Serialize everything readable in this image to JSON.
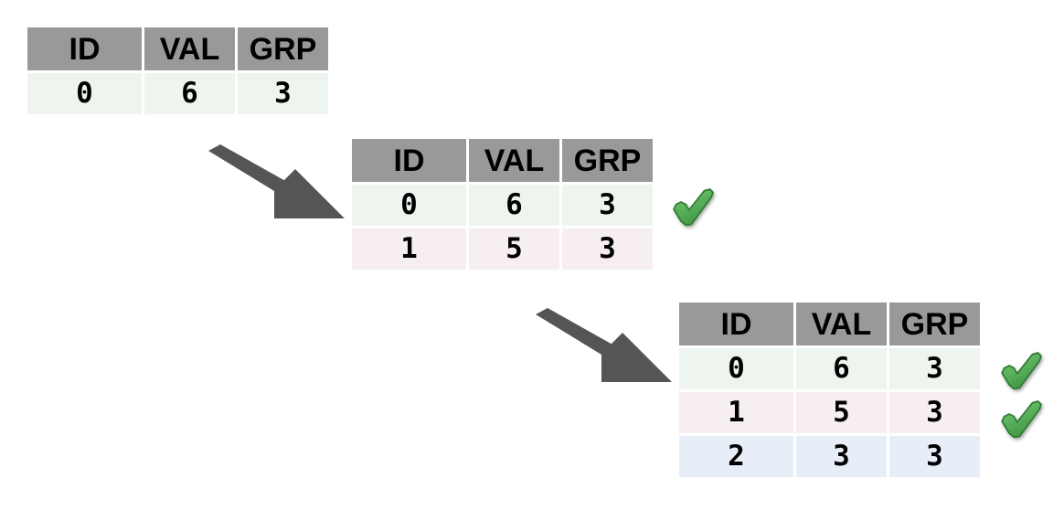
{
  "diagram": {
    "title": "incremental-table-rows-with-checkmarks",
    "columns": [
      "ID",
      "VAL",
      "GRP"
    ],
    "colors": {
      "header_bg": "#999999",
      "row_green": "#eef5ee",
      "row_pink": "#f6eef2",
      "row_blue": "#e8eef8",
      "arrow": "#555555",
      "check_fill": "#57b05a",
      "check_stroke": "#2f7a33",
      "text": "#000000",
      "page_bg": "#ffffff"
    },
    "tables": [
      {
        "name": "table-step-1",
        "headers": [
          "ID",
          "VAL",
          "GRP"
        ],
        "rows": [
          {
            "tone": "green",
            "cells": [
              "0",
              "6",
              "3"
            ]
          }
        ],
        "checks": []
      },
      {
        "name": "table-step-2",
        "headers": [
          "ID",
          "VAL",
          "GRP"
        ],
        "rows": [
          {
            "tone": "green",
            "cells": [
              "0",
              "6",
              "3"
            ]
          },
          {
            "tone": "pink",
            "cells": [
              "1",
              "5",
              "3"
            ]
          }
        ],
        "checks": [
          {
            "row": 0,
            "icon": "check-icon"
          }
        ]
      },
      {
        "name": "table-step-3",
        "headers": [
          "ID",
          "VAL",
          "GRP"
        ],
        "rows": [
          {
            "tone": "green",
            "cells": [
              "0",
              "6",
              "3"
            ]
          },
          {
            "tone": "pink",
            "cells": [
              "1",
              "5",
              "3"
            ]
          },
          {
            "tone": "blue",
            "cells": [
              "2",
              "3",
              "3"
            ]
          }
        ],
        "checks": [
          {
            "row": 0,
            "icon": "check-icon"
          },
          {
            "row": 1,
            "icon": "check-icon"
          }
        ]
      }
    ],
    "arrows": [
      {
        "name": "arrow-step-1-to-2",
        "icon": "arrow-down-right-icon",
        "from": "table-step-1",
        "to": "table-step-2"
      },
      {
        "name": "arrow-step-2-to-3",
        "icon": "arrow-down-right-icon",
        "from": "table-step-2",
        "to": "table-step-3"
      }
    ]
  }
}
